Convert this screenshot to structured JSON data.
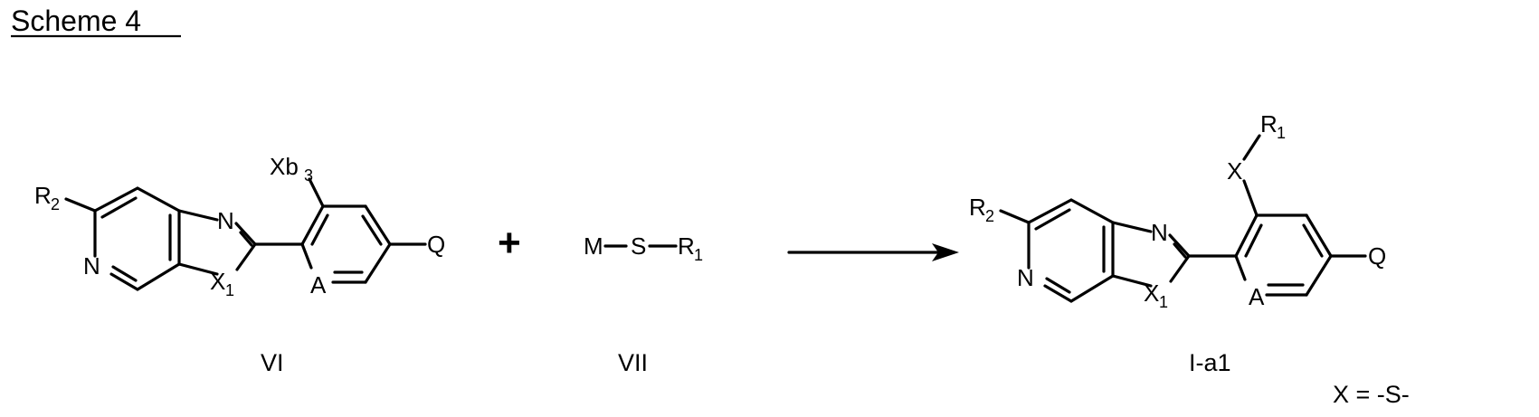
{
  "title": "Scheme 4",
  "plus": "+",
  "compound_vi": {
    "label": "VI",
    "atoms": {
      "r2": "R",
      "r2_sub": "2",
      "n_pyridine": "N",
      "n_imidazole": "N",
      "x1": "X",
      "x1_sub": "1",
      "xb3": "Xb",
      "xb3_sub": "3",
      "a": "A",
      "q": "Q"
    }
  },
  "compound_vii": {
    "label": "VII",
    "atoms": {
      "m": "M",
      "s": "S",
      "r1": "R",
      "r1_sub": "1"
    }
  },
  "compound_ia1": {
    "label": "I-a1",
    "atoms": {
      "r2": "R",
      "r2_sub": "2",
      "n_pyridine": "N",
      "n_imidazole": "N",
      "x1": "X",
      "x1_sub": "1",
      "x": "X",
      "r1": "R",
      "r1_sub": "1",
      "a": "A",
      "q": "Q"
    }
  },
  "condition_note": "X = -S-"
}
